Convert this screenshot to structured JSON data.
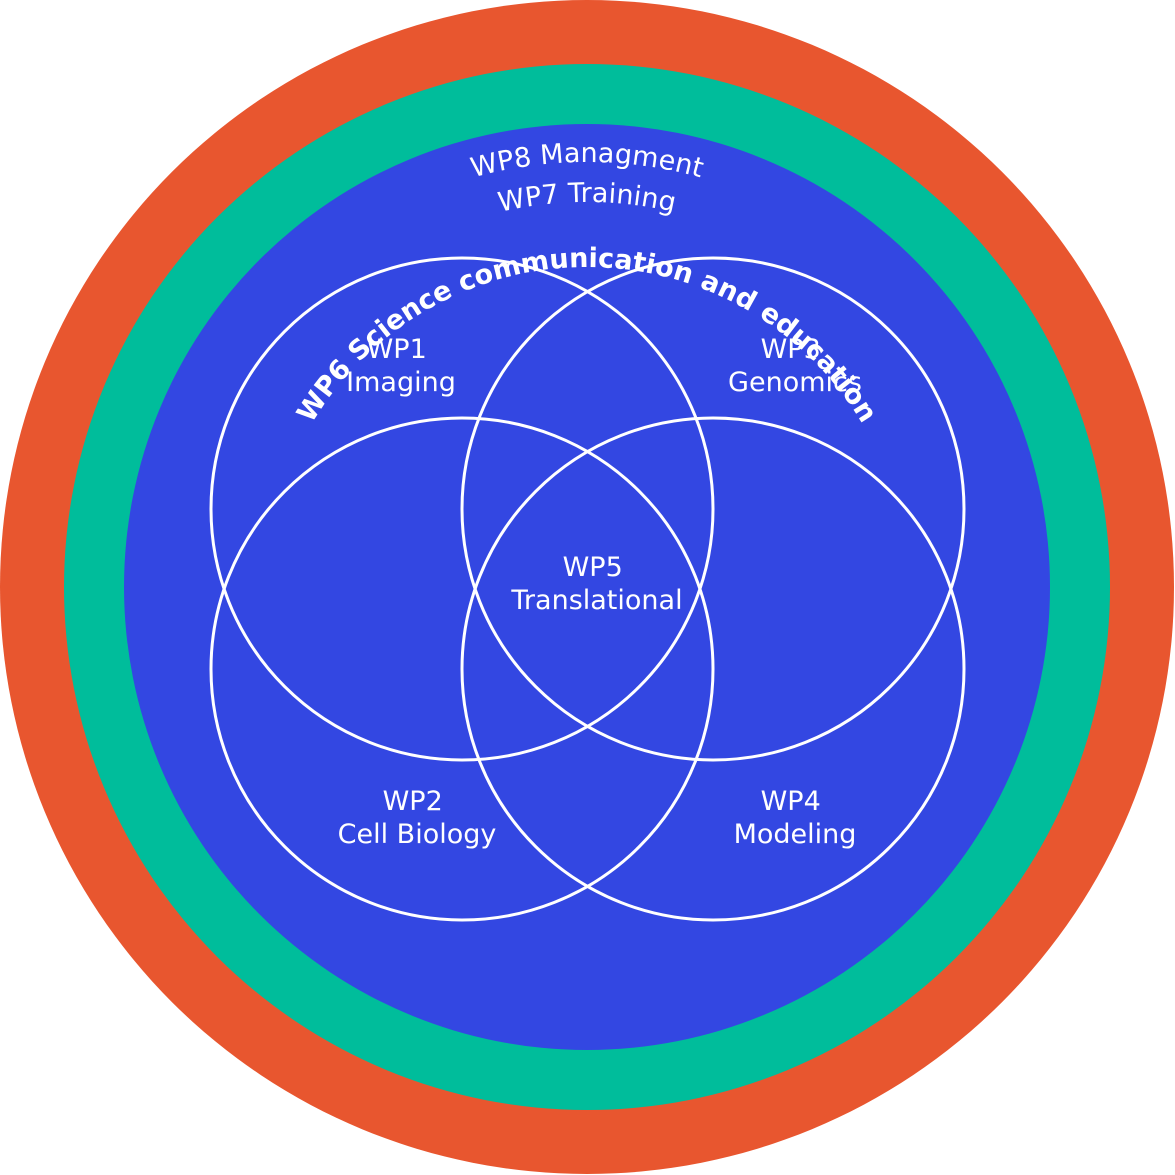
{
  "colors": {
    "outer_ring": "#E8562F",
    "middle_ring": "#00BD9B",
    "inner_disk": "#3347E2",
    "lines": "#FFFFFF",
    "background": "#FFFFFF"
  },
  "rings": {
    "wp8": {
      "label": "WP8 Managment"
    },
    "wp7": {
      "label": "WP7 Training"
    },
    "wp6": {
      "label": "WP6 Science communication and education"
    }
  },
  "work_packages": {
    "wp1": {
      "line1": "WP1",
      "line2": "Imaging"
    },
    "wp2": {
      "line1": "WP2",
      "line2": "Cell Biology"
    },
    "wp3": {
      "line1": "WP3",
      "line2": "Genomics"
    },
    "wp4": {
      "line1": "WP4",
      "line2": "Modeling"
    },
    "wp5": {
      "line1": "WP5",
      "line2": "Translational"
    }
  }
}
